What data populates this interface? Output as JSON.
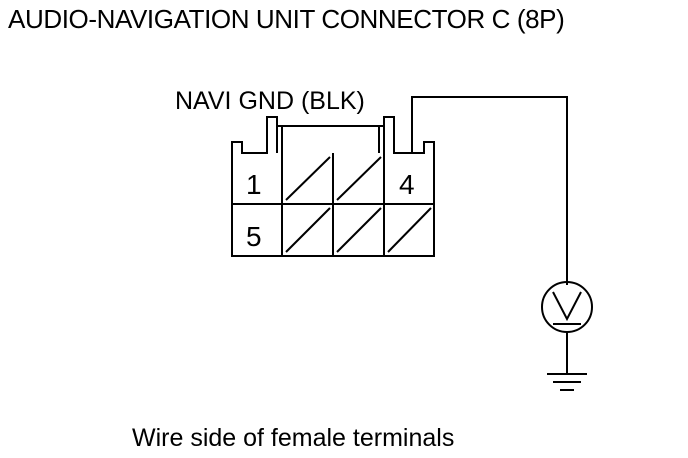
{
  "title": "AUDIO-NAVIGATION UNIT CONNECTOR C (8P)",
  "wire_label": "NAVI GND (BLK)",
  "caption": "Wire side of female terminals",
  "connector": {
    "terminals": [
      "1",
      "4",
      "5"
    ]
  },
  "meter_icon": "voltmeter-icon",
  "ground_icon": "ground-icon",
  "colors": {
    "line": "#000000",
    "background": "#ffffff"
  }
}
